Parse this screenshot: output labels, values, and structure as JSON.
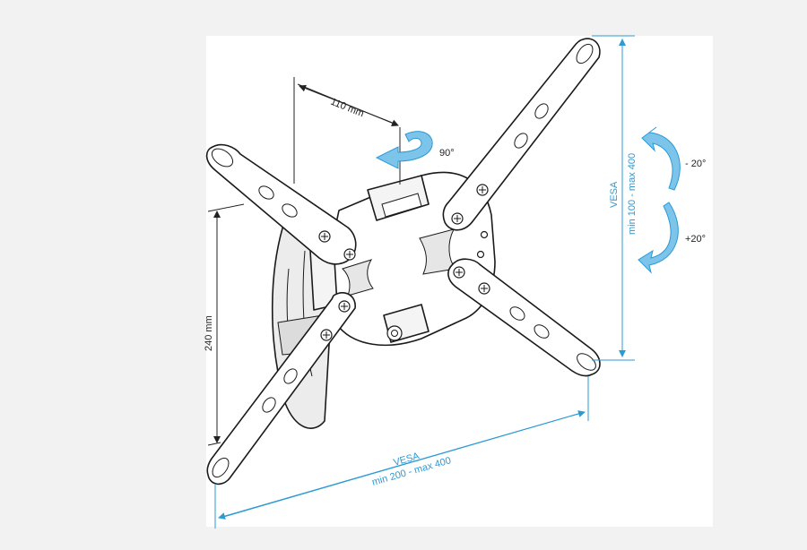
{
  "labels": {
    "depth": "110 mm",
    "height": "240 mm",
    "swivel": "90°",
    "tilt_up": "- 20°",
    "tilt_down": "+20°",
    "vesa_vertical_title": "VESA",
    "vesa_vertical_range": "min 100 - max 400",
    "vesa_horizontal_title": "VESA",
    "vesa_horizontal_range": "min 200 - max 400"
  },
  "colors": {
    "accent_blue": "#2b9ad6",
    "arrow_blue": "#7cc4ea",
    "line_dark": "#1a1a1a",
    "part_fill": "#ffffff",
    "shadow_gray": "#d9d9d9"
  },
  "icons": [
    "swivel-arrow-icon",
    "tilt-up-arrow-icon",
    "tilt-down-arrow-icon"
  ]
}
